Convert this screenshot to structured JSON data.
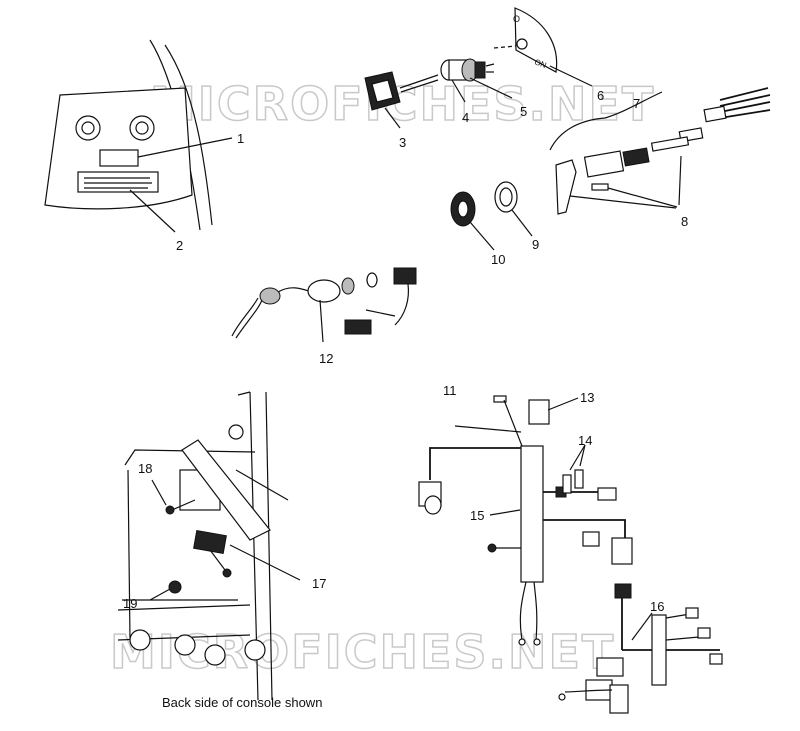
{
  "watermark": {
    "text": "MICROFICHES.NET"
  },
  "caption": "Back side of console shown",
  "switch_plate": {
    "off_label": "O",
    "on_label": "ON"
  },
  "callouts": [
    "1",
    "2",
    "3",
    "4",
    "5",
    "6",
    "7",
    "8",
    "9",
    "10",
    "11",
    "12",
    "13",
    "14",
    "15",
    "16",
    "17",
    "18",
    "19"
  ]
}
